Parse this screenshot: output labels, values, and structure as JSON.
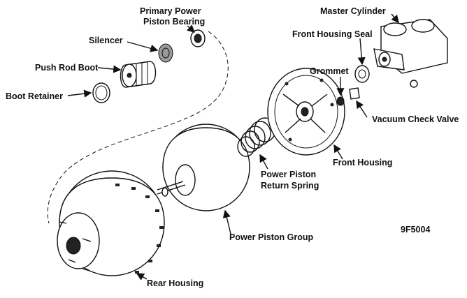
{
  "labels": {
    "master_cylinder": "Master Cylinder",
    "primary_power": "Primary Power",
    "piston_bearing": "Piston Bearing",
    "silencer": "Silencer",
    "front_housing_seal": "Front Housing Seal",
    "push_rod_boot": "Push Rod Boot",
    "grommet": "Grommet",
    "boot_retainer": "Boot Retainer",
    "vacuum_check_valve": "Vacuum Check Valve",
    "front_housing": "Front Housing",
    "power_piston": "Power Piston",
    "return_spring": "Return Spring",
    "power_piston_group": "Power Piston Group",
    "rear_housing": "Rear Housing",
    "figure_code": "9F5004"
  }
}
